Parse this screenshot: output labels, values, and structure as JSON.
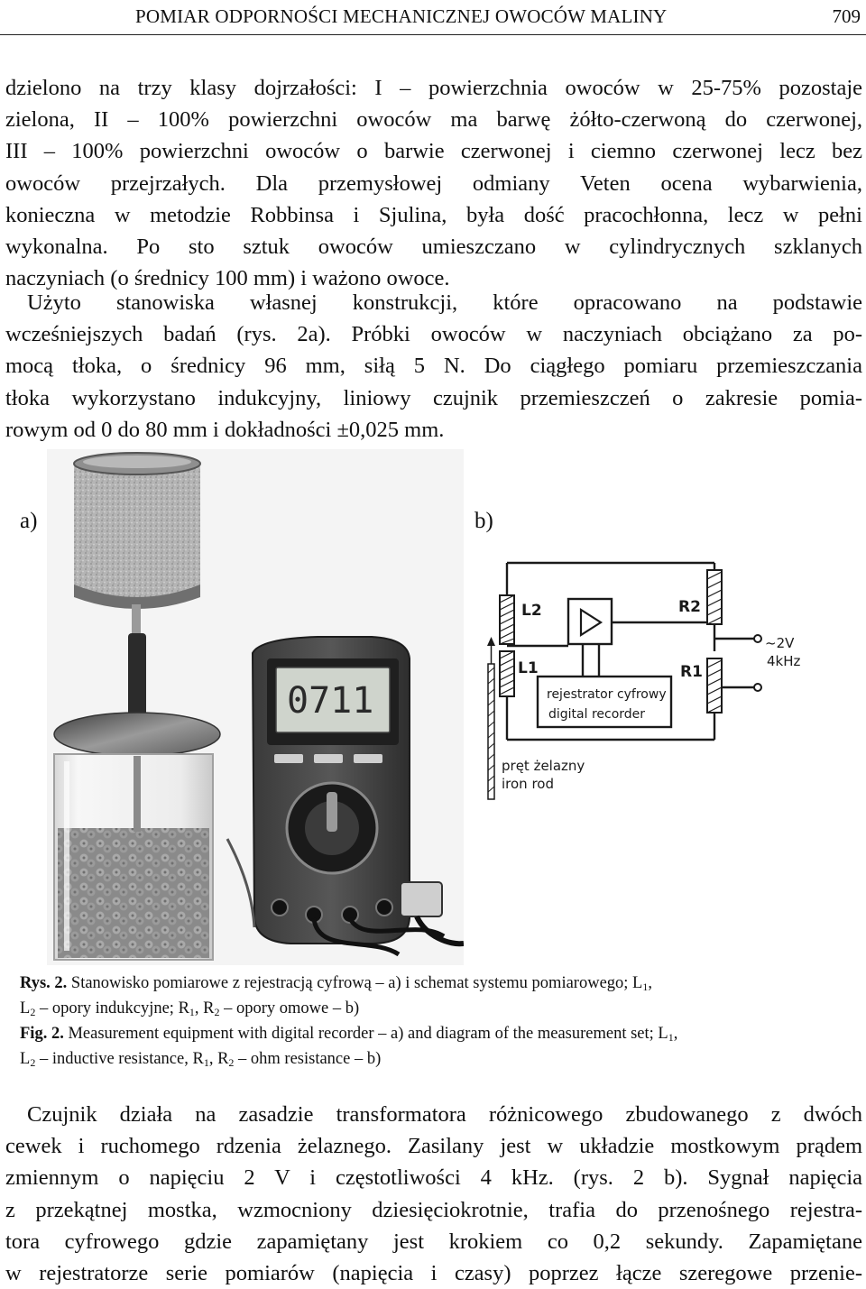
{
  "header": {
    "running_title": "POMIAR ODPORNOŚCI MECHANICZNEJ OWOCÓW MALINY",
    "page_number": "709"
  },
  "paragraph1": {
    "lines": [
      "dzielono na trzy klasy dojrzałości: I – powierzchnia owoców w 25-75% pozostaje",
      "zielona, II – 100% powierzchni owoców ma barwę żółto-czerwoną do czerwonej,",
      "III – 100% powierzchni owoców o barwie czerwonej i ciemno czerwonej lecz bez",
      "owoców przejrzałych. Dla przemysłowej odmiany Veten ocena wybarwienia,",
      "konieczna w metodzie Robbinsa i Sjulina, była dość pracochłonna, lecz w pełni",
      "wykonalna. Po sto sztuk owoców umieszczano w cylindrycznych szklanych",
      "naczyniach (o średnicy 100 mm) i ważono owoce."
    ]
  },
  "paragraph2": {
    "lines": [
      "Użyto stanowiska własnej konstrukcji, które opracowano na podstawie",
      "wcześniejszych badań (rys. 2a). Próbki owoców w naczyniach obciążano za po-",
      "mocą tłoka, o średnicy 96 mm, siłą 5 N. Do ciągłego pomiaru przemieszczania",
      "tłoka wykorzystano indukcyjny, liniowy czujnik przemieszczeń o zakresie pomia-",
      "rowym od 0 do 80 mm i dokładności ±0,025 mm."
    ]
  },
  "figure": {
    "label_a": "a)",
    "label_b": "b)",
    "meter_display": "0711",
    "schematic": {
      "L2": "L2",
      "L1": "L1",
      "R2": "R2",
      "R1": "R1",
      "supply_voltage": "~2V",
      "supply_frequency": "4kHz",
      "recorder_pl": "rejestrator cyfrowy",
      "recorder_en": "digital recorder",
      "rod_pl": "pręt żelazny",
      "rod_en": "iron rod"
    }
  },
  "caption": {
    "pl_label": "Rys. 2.",
    "pl_line1": "Stanowisko pomiarowe z rejestracją cyfrową – a) i schemat systemu pomiarowego; L",
    "pl_line2_tail": " – opory indukcyjne; R",
    "pl_line2_end": " – opory omowe – b)",
    "en_label": "Fig. 2.",
    "en_line1": "Measurement equipment with digital recorder – a) and diagram of the measurement set; L",
    "en_line2_tail": " – inductive resistance, R",
    "en_line2_end": " – ohm resistance – b)",
    "sym_L": "L",
    "sym_R": "R",
    "sub1": "1",
    "sub2": "2",
    "comma": ", "
  },
  "paragraph3": {
    "lines": [
      "Czujnik działa na zasadzie transformatora różnicowego zbudowanego z dwóch",
      "cewek i ruchomego rdzenia żelaznego. Zasilany jest w układzie mostkowym prądem",
      "zmiennym o napięciu 2 V i częstotliwości 4 kHz. (rys. 2 b). Sygnał napięcia",
      "z przekątnej mostka, wzmocniony dziesięciokrotnie, trafia do przenośnego rejestra-",
      "tora cyfrowego gdzie zapamiętany jest krokiem co 0,2 sekundy. Zapamiętane",
      "w rejestratorze serie pomiarów (napięcia i czasy) poprzez łącze szeregowe przenie-"
    ]
  }
}
